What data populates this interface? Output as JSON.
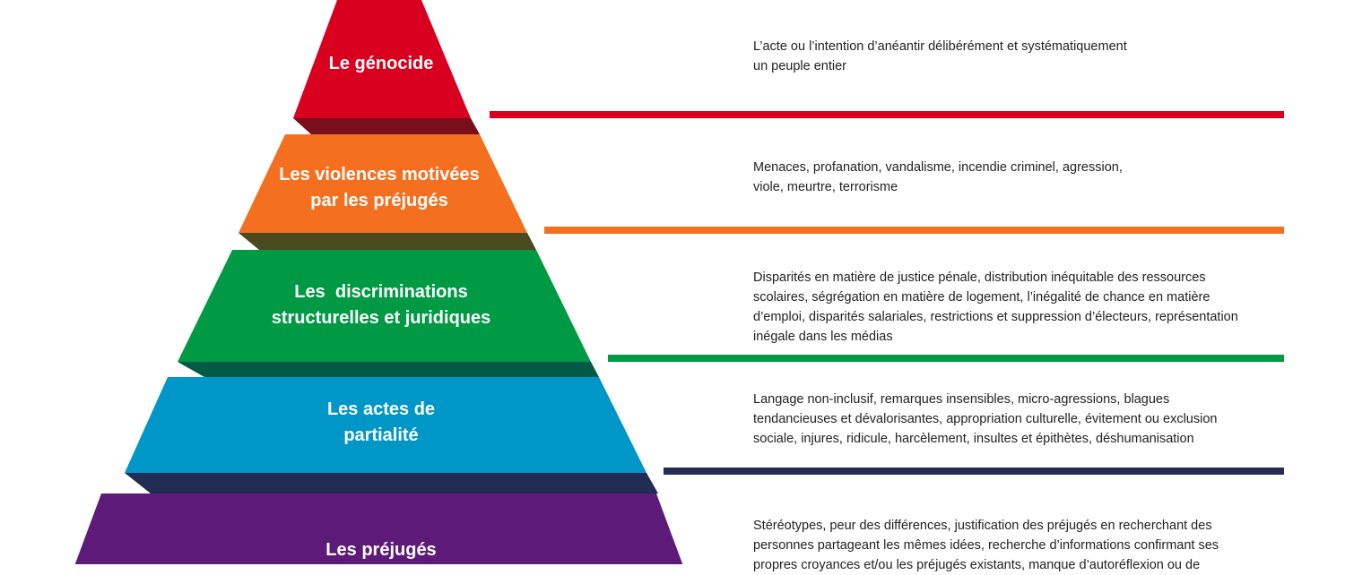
{
  "colors": {
    "genocide": "#d9001f",
    "violences": "#f47020",
    "discriminations": "#009a44",
    "actes": "#0096c8",
    "prejuges": "#5e1a78",
    "rule_actes": "#222c55"
  },
  "tiers": [
    {
      "title": "Le génocide",
      "description": "L’acte ou l’intention d’anéantir  délibérément et systématiquement\nun peuple entier"
    },
    {
      "title": "Les violences motivées\npar les préjugés",
      "description": "Menaces, profanation, vandalisme, incendie criminel, agression,\nviole, meurtre, terrorisme"
    },
    {
      "title": "Les  discriminations\nstructurelles et juridiques",
      "description": "Disparités en matière de justice pénale, distribution inéquitable des ressources scolaires, ségrégation en matière de logement, l’inégalité de chance en matière d’emploi, disparités salariales, restrictions et suppression d’électeurs, représentation inégale dans les médias"
    },
    {
      "title": "Les actes de\npartialité",
      "description": "Langage non-inclusif, remarques insensibles, micro-agressions, blagues tendancieuses et dévalorisantes, appropriation culturelle, évitement ou exclusion sociale, injures, ridicule, harcèlement, insultes et épithètes, déshumanisation"
    },
    {
      "title": "Les préjugés",
      "description": "Stéréotypes, peur des  différences, justification des préjugés en recherchant des personnes partageant les mêmes idées, recherche d’informations confirmant  ses propres croyances et/ou les préjugés existants, manque d’autoréflexion ou de"
    }
  ]
}
